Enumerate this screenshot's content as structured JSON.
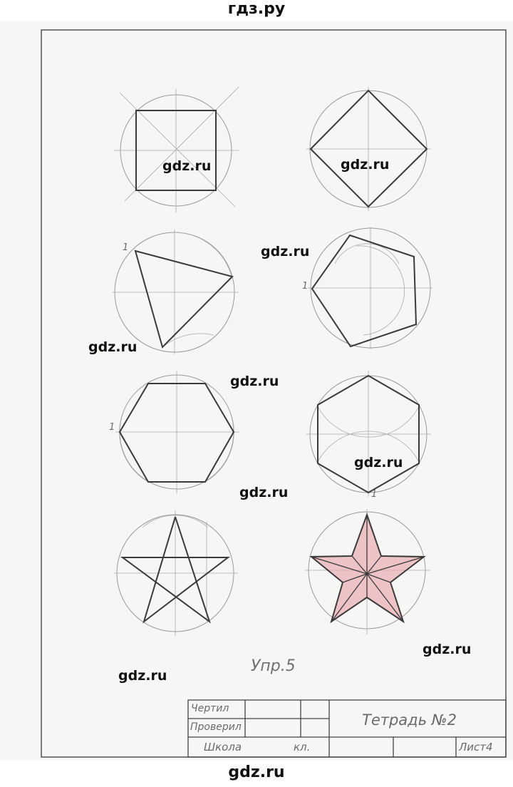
{
  "header_watermark": "гдз.ру",
  "footer_watermark": "gdz.ru",
  "watermarks": [
    "gdz.ru",
    "gdz.ru",
    "gdz.ru",
    "gdz.ru",
    "gdz.ru",
    "gdz.ru",
    "gdz.ru",
    "gdz.ru",
    "gdz.ru"
  ],
  "point_labels": [
    "1",
    "1",
    "1",
    "1"
  ],
  "exercise_label": "Упр.5",
  "title_block": {
    "drew": "Чертил",
    "checked": "Проверил",
    "school": "Школа",
    "class": "кл.",
    "notebook": "Тетрадь №2",
    "sheet": "Лист4"
  },
  "colors": {
    "line": "#3a3a3a",
    "construction": "#9a9a9a",
    "star_fill": "#e8a7ae",
    "frame": "#444444"
  }
}
